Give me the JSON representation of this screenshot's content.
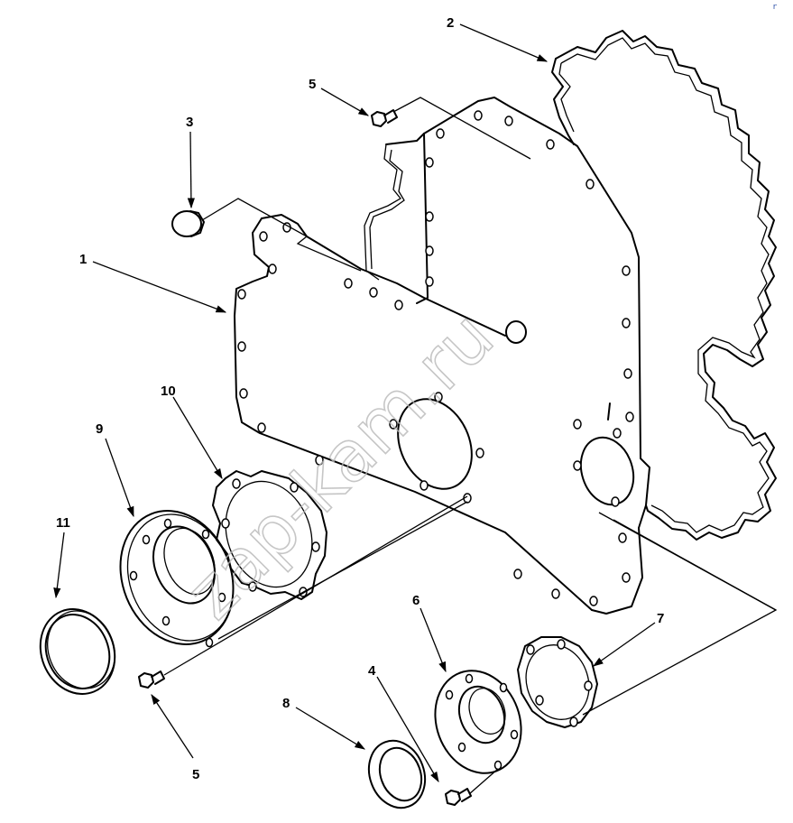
{
  "diagram": {
    "callouts": [
      {
        "id": "callout-1",
        "label": "1"
      },
      {
        "id": "callout-2",
        "label": "2"
      },
      {
        "id": "callout-3",
        "label": "3"
      },
      {
        "id": "callout-4",
        "label": "4"
      },
      {
        "id": "callout-5a",
        "label": "5"
      },
      {
        "id": "callout-5b",
        "label": "5"
      },
      {
        "id": "callout-6",
        "label": "6"
      },
      {
        "id": "callout-7",
        "label": "7"
      },
      {
        "id": "callout-8",
        "label": "8"
      },
      {
        "id": "callout-9",
        "label": "9"
      },
      {
        "id": "callout-10",
        "label": "10"
      },
      {
        "id": "callout-11",
        "label": "11"
      }
    ],
    "watermark": "zap-kam.ru",
    "corner_mark": "r"
  }
}
